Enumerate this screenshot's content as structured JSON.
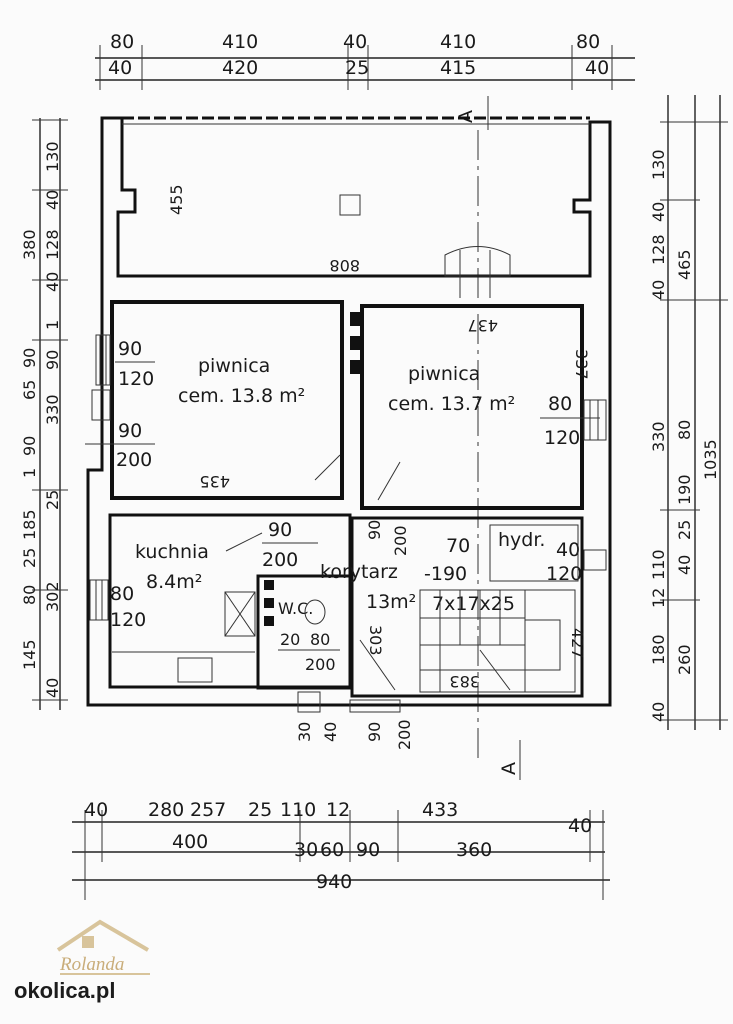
{
  "top_dims": {
    "row1": [
      "80",
      "410",
      "40",
      "410",
      "80"
    ],
    "row2": [
      "40",
      "420",
      "25",
      "415",
      "40"
    ]
  },
  "section_mark": "A",
  "left_dims": [
    "130",
    "40",
    "128",
    "40",
    "380",
    "1",
    "90",
    "65",
    "90",
    "330",
    "90",
    "1",
    "25",
    "185",
    "25",
    "80",
    "302",
    "145",
    "40"
  ],
  "right_dims": [
    "130",
    "40",
    "128",
    "40",
    "465",
    "330",
    "80",
    "190",
    "25",
    "110",
    "12",
    "40",
    "180",
    "260",
    "40",
    "1035"
  ],
  "rooms": {
    "basement_left": {
      "name": "piwnica",
      "area": "cem. 13.8 m²"
    },
    "basement_right": {
      "name": "piwnica",
      "area": "cem. 13.7 m²"
    },
    "kitchen": {
      "name": "kuchnia",
      "area": "8.4m²"
    },
    "corridor": {
      "name": "korytarz",
      "area": "13m²",
      "level": "-190"
    },
    "wc": {
      "name": "W.C."
    },
    "hydr": {
      "name": "hydr."
    }
  },
  "openings": {
    "win_left_upper": [
      "90",
      "120"
    ],
    "win_left_lower": [
      "90",
      "200"
    ],
    "win_right": [
      "80",
      "120"
    ],
    "door_kitchen": [
      "90",
      "200"
    ],
    "door_wc": [
      "20",
      "80",
      "200"
    ],
    "door_corr_top": [
      "90",
      "200"
    ],
    "door_hydr": [
      "70",
      "40",
      "120"
    ],
    "win_kitchen": [
      "80",
      "120"
    ],
    "stairs": "7x17x25"
  },
  "interior_dims": [
    "455",
    "808",
    "437",
    "435",
    "383",
    "303",
    "337",
    "427"
  ],
  "bottom_opening_dims": [
    "30",
    "40",
    "90",
    "200"
  ],
  "bottom_dims": {
    "row1": [
      "40",
      "280",
      "257",
      "25",
      "110",
      "12",
      "433",
      "40"
    ],
    "row2": [
      "400",
      "30",
      "60",
      "90",
      "360"
    ],
    "row3": [
      "940"
    ]
  },
  "logo_text": "Rolanda",
  "watermark": "okolica.pl"
}
